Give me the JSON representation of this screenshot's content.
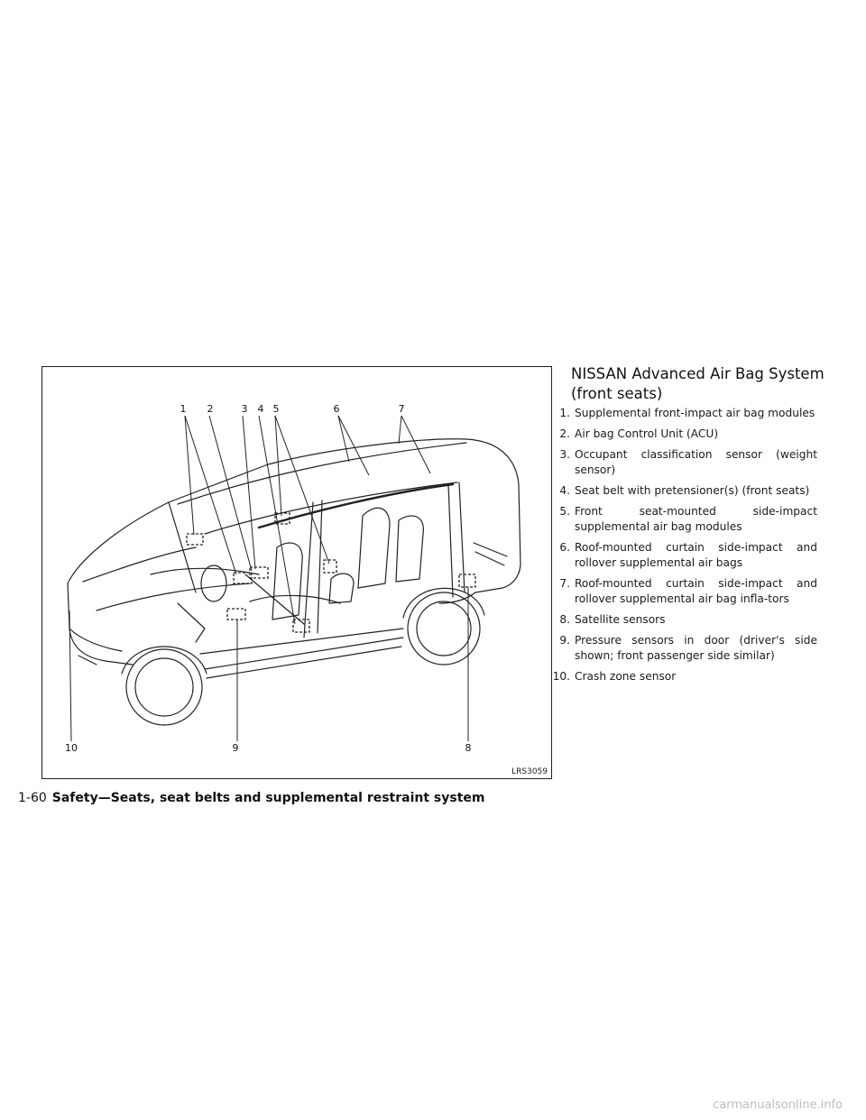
{
  "figure": {
    "code": "LRS3059",
    "callouts": [
      "1",
      "2",
      "3",
      "4",
      "5",
      "6",
      "7",
      "8",
      "9",
      "10"
    ]
  },
  "section": {
    "title": "NISSAN Advanced Air Bag System (front seats)",
    "items": [
      {
        "num": "1.",
        "text": "Supplemental front-impact air bag modules"
      },
      {
        "num": "2.",
        "text": "Air bag Control Unit (ACU)"
      },
      {
        "num": "3.",
        "text": "Occupant classification sensor (weight sensor)"
      },
      {
        "num": "4.",
        "text": "Seat belt with pretensioner(s) (front seats)"
      },
      {
        "num": "5.",
        "text": "Front seat-mounted side-impact supplemental air bag modules"
      },
      {
        "num": "6.",
        "text": "Roof-mounted curtain side-impact and rollover supplemental air bags"
      },
      {
        "num": "7.",
        "text": "Roof-mounted curtain side-impact and rollover supplemental air bag infla-tors"
      },
      {
        "num": "8.",
        "text": "Satellite sensors"
      },
      {
        "num": "9.",
        "text": "Pressure sensors in door (driver's side shown; front passenger side similar)"
      },
      {
        "num": "10.",
        "text": "Crash zone sensor"
      }
    ]
  },
  "footer": {
    "page": "1-60",
    "chapter": "Safety—Seats, seat belts and supplemental restraint system"
  },
  "watermark": "carmanualsonline.info"
}
